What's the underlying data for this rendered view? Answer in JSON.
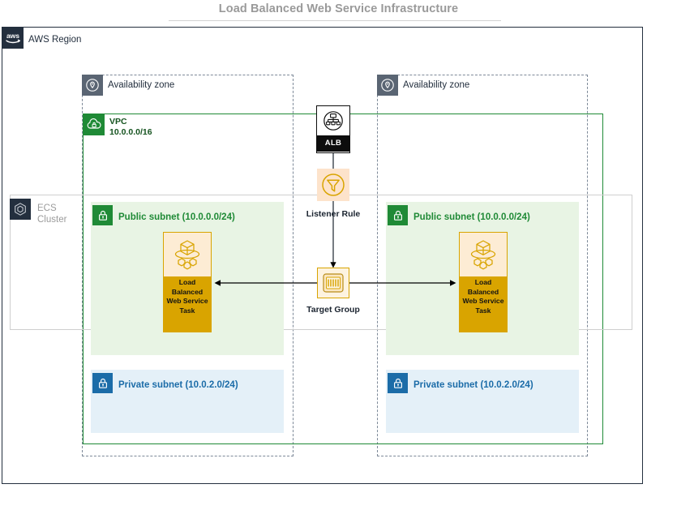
{
  "title": "Load Balanced Web Service Infrastructure",
  "region": {
    "label": "AWS Region",
    "icon": "aws-logo-icon"
  },
  "availability_zones": [
    {
      "label": "Availability zone",
      "icon": "availability-zone-icon"
    },
    {
      "label": "Availability zone",
      "icon": "availability-zone-icon"
    }
  ],
  "vpc": {
    "label": "VPC",
    "cidr": "10.0.0.0/16",
    "icon": "vpc-cloud-lock-icon",
    "color": "#1f8a36"
  },
  "ecs_cluster": {
    "label": "ECS\nCluster",
    "label_line1": "ECS",
    "label_line2": "Cluster",
    "icon": "ecs-cluster-icon"
  },
  "subnets": [
    {
      "type": "public",
      "label": "Public subnet (10.0.0.0/24)",
      "icon": "lock-icon",
      "side": "left",
      "color": "#1f8a36"
    },
    {
      "type": "public",
      "label": "Public subnet (10.0.0.0/24)",
      "icon": "lock-icon",
      "side": "right",
      "color": "#1f8a36"
    },
    {
      "type": "private",
      "label": "Private subnet (10.0.2.0/24)",
      "icon": "lock-icon",
      "side": "left",
      "color": "#1b6ca8"
    },
    {
      "type": "private",
      "label": "Private subnet (10.0.2.0/24)",
      "icon": "lock-icon",
      "side": "right",
      "color": "#1b6ca8"
    }
  ],
  "tasks": [
    {
      "label": "Load Balanced Web Service Task",
      "icon": "ecs-task-icon",
      "side": "left",
      "color": "#d9a400"
    },
    {
      "label": "Load Balanced Web Service Task",
      "icon": "ecs-task-icon",
      "side": "right",
      "color": "#d9a400"
    }
  ],
  "nodes": {
    "alb": {
      "label": "ALB",
      "icon": "application-load-balancer-icon"
    },
    "listener_rule": {
      "label": "Listener Rule",
      "icon": "listener-rule-filter-icon",
      "color": "#d9a400"
    },
    "target_group": {
      "label": "Target Group",
      "icon": "target-group-icon",
      "color": "#d9a400"
    }
  },
  "connectors": [
    {
      "from": "alb",
      "to": "target-group",
      "direction": "down"
    },
    {
      "from": "target-group",
      "to": "task-left",
      "direction": "left"
    },
    {
      "from": "target-group",
      "to": "task-right",
      "direction": "right"
    }
  ],
  "colors": {
    "aws_navy": "#232f3e",
    "vpc_green": "#1f8a36",
    "subnet_public_fill": "#e8f4e4",
    "subnet_private_fill": "#e4f0f8",
    "private_blue": "#1b6ca8",
    "task_gold": "#d9a400",
    "listener_peach": "#fde3cb"
  }
}
